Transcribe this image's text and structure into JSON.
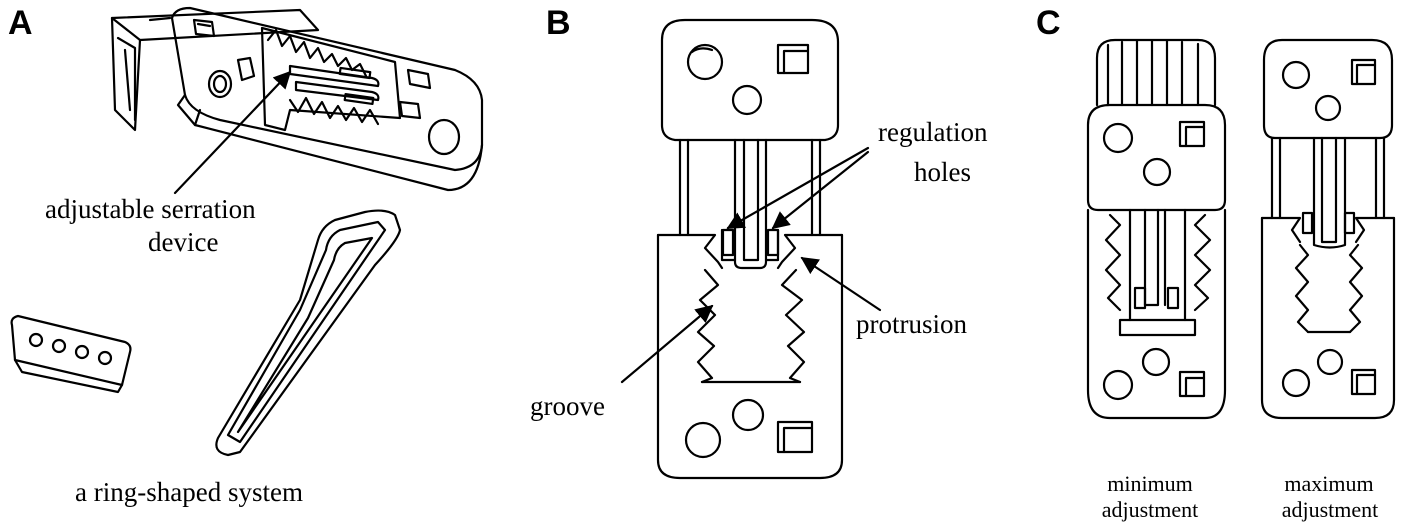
{
  "panels": {
    "a": {
      "letter": "A",
      "label_device": "adjustable serration",
      "label_device_2": "device",
      "label_system": "a ring-shaped system"
    },
    "b": {
      "letter": "B",
      "label_regulation": "regulation",
      "label_regulation_2": "holes",
      "label_protrusion": "protrusion",
      "label_groove": "groove"
    },
    "c": {
      "letter": "C",
      "label_min": "minimum",
      "label_min_2": "adjustment",
      "label_max": "maximum",
      "label_max_2": "adjustment"
    }
  },
  "colors": {
    "ink": "#000000",
    "background": "#ffffff"
  }
}
